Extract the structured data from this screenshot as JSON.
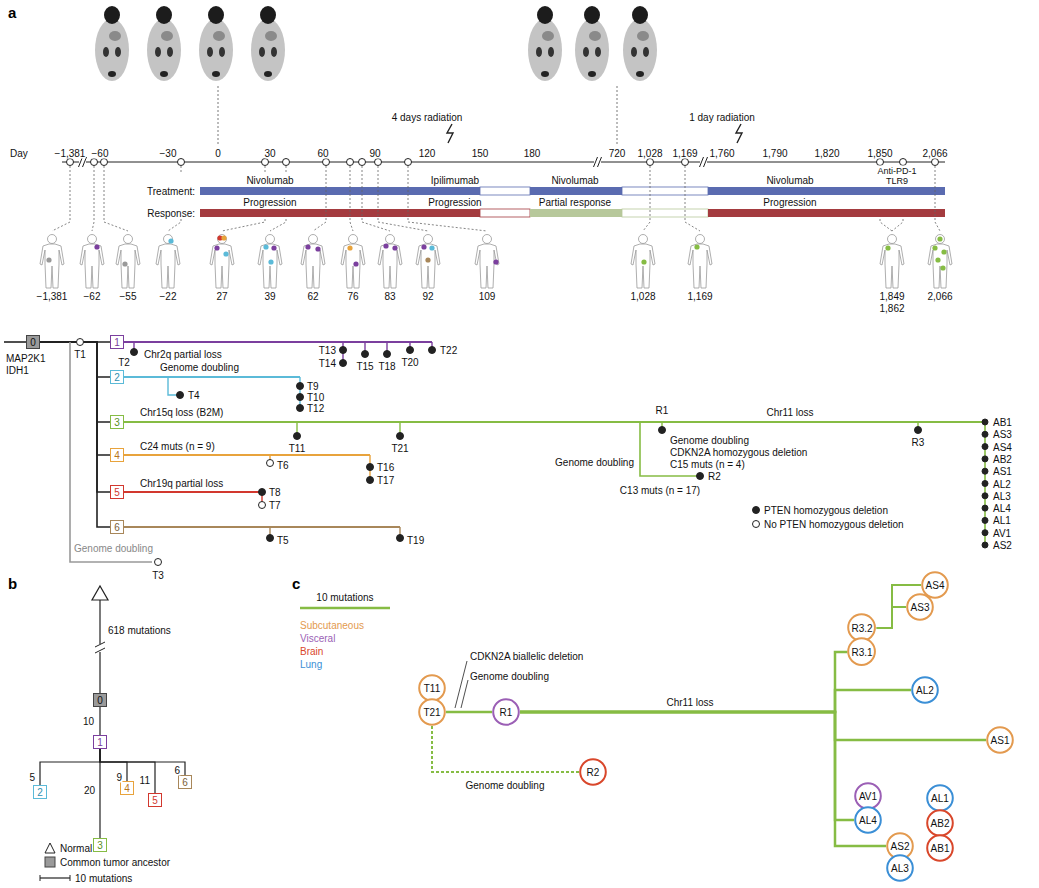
{
  "diagram": {
    "nodes": [
      {
        "text": [
          "0"
        ]
      },
      {
        "text": [
          "1"
        ]
      },
      {
        "text": [
          "2"
        ]
      },
      {
        "text": [
          "3"
        ]
      },
      {
        "text": [
          "4"
        ]
      },
      {
        "text": [
          "5"
        ]
      },
      {
        "text": [
          "6"
        ]
      },
      {
        "text": [
          "0"
        ]
      },
      {
        "text": [
          "1"
        ]
      },
      {
        "text": [
          "2"
        ]
      },
      {
        "text": [
          "3"
        ]
      },
      {
        "text": [
          "4"
        ]
      },
      {
        "text": [
          "5"
        ]
      },
      {
        "text": [
          "6"
        ]
      },
      {
        "text": [
          "T11"
        ]
      },
      {
        "text": [
          "T21"
        ]
      },
      {
        "text": [
          "R1"
        ]
      },
      {
        "text": [
          "R2"
        ]
      },
      {
        "text": [
          "R3.2"
        ]
      },
      {
        "text": [
          "R3.1"
        ]
      },
      {
        "text": [
          "AS4"
        ]
      },
      {
        "text": [
          "AS3"
        ]
      },
      {
        "text": [
          "AL2"
        ]
      },
      {
        "text": [
          "AS1"
        ]
      },
      {
        "text": [
          "AV1"
        ]
      },
      {
        "text": [
          "AL1"
        ]
      },
      {
        "text": [
          "AL4"
        ]
      },
      {
        "text": [
          "AB2"
        ]
      },
      {
        "text": [
          "AB1"
        ]
      },
      {
        "text": [
          "AS2"
        ]
      },
      {
        "text": [
          "AL3"
        ]
      }
    ],
    "edges": [
      {
        "from": 0,
        "to": 1,
        "arrow": "none"
      },
      {
        "from": 0,
        "to": 2,
        "arrow": "none"
      },
      {
        "from": 0,
        "to": 3,
        "arrow": "none"
      },
      {
        "from": 0,
        "to": 4,
        "arrow": "none"
      },
      {
        "from": 0,
        "to": 5,
        "arrow": "none"
      },
      {
        "from": 0,
        "to": 6,
        "arrow": "none"
      },
      {
        "from": 7,
        "to": 8,
        "arrow": "none",
        "label": "10"
      },
      {
        "from": 8,
        "to": 9,
        "arrow": "none",
        "label": "5"
      },
      {
        "from": 8,
        "to": 10,
        "arrow": "none",
        "label": "20"
      },
      {
        "from": 8,
        "to": 11,
        "arrow": "none",
        "label": "9"
      },
      {
        "from": 8,
        "to": 12,
        "arrow": "none",
        "label": "11"
      },
      {
        "from": 8,
        "to": 13,
        "arrow": "none",
        "label": "6"
      },
      {
        "from": 15,
        "to": 16,
        "arrow": "none"
      },
      {
        "from": 15,
        "to": 17,
        "arrow": "none",
        "label": "Genome doubling"
      },
      {
        "from": 16,
        "to": 19,
        "arrow": "none",
        "label": "Chr11 loss"
      },
      {
        "from": 16,
        "to": 22,
        "arrow": "none"
      },
      {
        "from": 16,
        "to": 23,
        "arrow": "none"
      },
      {
        "from": 16,
        "to": 26,
        "arrow": "none"
      },
      {
        "from": 16,
        "to": 29,
        "arrow": "none"
      },
      {
        "from": 18,
        "to": 20,
        "arrow": "none"
      },
      {
        "from": 18,
        "to": 21,
        "arrow": "none"
      }
    ],
    "labels": [
      "a",
      "Day",
      "−1,381",
      "−60",
      "−30",
      "0",
      "30",
      "60",
      "90",
      "120",
      "150",
      "180",
      "720",
      "1,028",
      "1,169",
      "1,760",
      "1,790",
      "1,820",
      "1,850",
      "2,066",
      "4 days radiation",
      "1 day radiation",
      "Treatment:",
      "Response:",
      "Nivolumab",
      "Ipilimumab",
      "Nivolumab",
      "Nivolumab",
      "Anti-PD-1",
      "TLR9",
      "Progression",
      "Progression",
      "Partial response",
      "Progression",
      "−1,381",
      "−62",
      "−55",
      "−22",
      "27",
      "39",
      "62",
      "76",
      "83",
      "92",
      "109",
      "1,028",
      "1,169",
      "1,849",
      "1,862",
      "2,066",
      "MAP2K1",
      "IDH1",
      "T1",
      "T2",
      "Chr2q partial loss",
      "T13",
      "T14",
      "T15",
      "T18",
      "T20",
      "T22",
      "Genome doubling",
      "T4",
      "T9",
      "T10",
      "T12",
      "Chr15q loss (B2M)",
      "T11",
      "T21",
      "R1",
      "Genome doubling",
      "CDKN2A homozygous deletion",
      "C15 muts (n = 4)",
      "Chr11 loss",
      "R3",
      "Genome doubling",
      "C13 muts (n = 17)",
      "R2",
      "AB1",
      "AS3",
      "AS4",
      "AB2",
      "AS1",
      "AL2",
      "AL3",
      "AL4",
      "AL1",
      "AV1",
      "AS2",
      "C24 muts (n = 9)",
      "T6",
      "T16",
      "T17",
      "Chr19q partial loss",
      "T8",
      "T7",
      "T5",
      "T19",
      "Genome doubling",
      "T3",
      "b",
      "618 mutations",
      "10 mutations",
      "c",
      "10 mutations",
      "CDKN2A biallelic deletion",
      "Genome doubling"
    ],
    "legend": [
      {
        "text": "PTEN homozygous deletion"
      },
      {
        "text": "No PTEN homozygous deletion"
      },
      {
        "text": "Normal"
      },
      {
        "text": "Common tumor ancestor"
      },
      {
        "text": "Subcutaneous",
        "color": "#e39a4f"
      },
      {
        "text": "Visceral",
        "color": "#9b5fb5"
      },
      {
        "text": "Brain",
        "color": "#d9472b"
      },
      {
        "text": "Lung",
        "color": "#3b8fd6"
      }
    ]
  }
}
